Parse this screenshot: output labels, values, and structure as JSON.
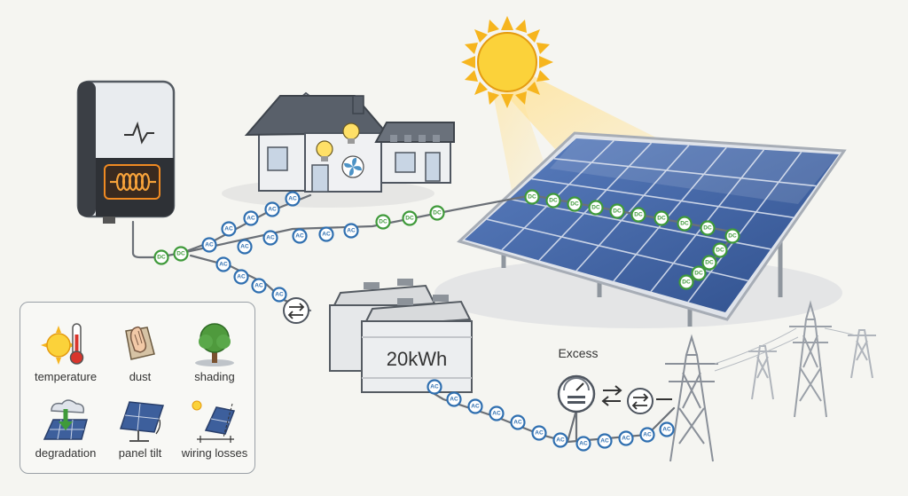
{
  "labels": {
    "battery": "20kWh",
    "excess": "Excess"
  },
  "dot_labels": {
    "ac": "AC",
    "dc": "DC"
  },
  "legend": {
    "items": [
      {
        "label": "temperature",
        "icon": "sun-thermometer-icon"
      },
      {
        "label": "dust",
        "icon": "cloth-wipe-icon"
      },
      {
        "label": "shading",
        "icon": "tree-icon"
      },
      {
        "label": "degradation",
        "icon": "degraded-panel-icon"
      },
      {
        "label": "panel tilt",
        "icon": "tilted-panel-icon"
      },
      {
        "label": "wiring losses",
        "icon": "wiring-loss-icon"
      }
    ]
  },
  "colors": {
    "ac_ring": "#2f6fb0",
    "dc_ring": "#3f9a3a",
    "panel": "#3d5f9c",
    "sun": "#f4b400",
    "background": "#f5f5f1"
  }
}
